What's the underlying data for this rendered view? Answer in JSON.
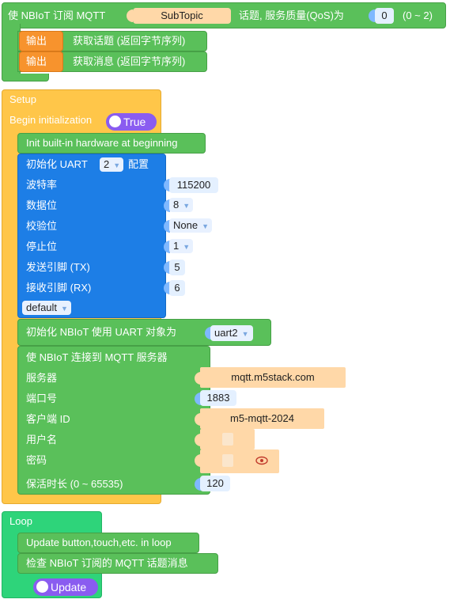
{
  "subscribe_block": {
    "prefix": "使 NBIoT 订阅 MQTT",
    "topic_value": "SubTopic",
    "middle": "话题, 服务质量(QoS)为",
    "qos_value": "0",
    "qos_range": "(0 ~ 2)",
    "output_label": "输出",
    "get_topic": "获取话题 (返回字节序列)",
    "get_message": "获取消息 (返回字节序列)"
  },
  "setup": {
    "title": "Setup",
    "begin_init": "Begin initialization",
    "begin_toggle": "True",
    "init_hw": "Init built-in hardware at beginning",
    "uart": {
      "label": "初始化 UART",
      "number": "2",
      "config": "配置",
      "baud_label": "波特率",
      "baud_value": "115200",
      "data_bits_label": "数据位",
      "data_bits_value": "8",
      "parity_label": "校验位",
      "parity_value": "None",
      "stop_bits_label": "停止位",
      "stop_bits_value": "1",
      "tx_label": "发送引脚 (TX)",
      "tx_value": "5",
      "rx_label": "接收引脚 (RX)",
      "rx_value": "6",
      "mode_value": "default"
    },
    "nbiot_init": {
      "label": "初始化 NBIoT 使用 UART 对象为",
      "uart_value": "uart2"
    },
    "mqtt_connect": {
      "label": "使 NBIoT 连接到 MQTT 服务器",
      "server_label": "服务器",
      "server_value": "mqtt.m5stack.com",
      "port_label": "端口号",
      "port_value": "1883",
      "client_label": "客户端 ID",
      "client_value": "m5-mqtt-2024",
      "user_label": "用户名",
      "user_value": "",
      "password_label": "密码",
      "password_value": "",
      "keepalive_label": "保活时长 (0 ~ 65535)",
      "keepalive_value": "120"
    }
  },
  "loop": {
    "title": "Loop",
    "update_label": "Update button,touch,etc. in loop",
    "check_label": "检查 NBIoT 订阅的 MQTT 话题消息",
    "update_toggle": "Update"
  },
  "colors": {
    "green": "#5ac05a",
    "orange": "#f7932d",
    "blue": "#1d7ee6",
    "yellow": "#ffc649",
    "teal": "#2ed47a",
    "toggle": "#8a5cf0",
    "string_input": "#ffd8a8",
    "number_input": "#7fb8ff"
  },
  "icons": {
    "dropdown": "caret-down-icon",
    "visibility": "eye-icon",
    "toggle": "toggle-switch-icon"
  }
}
